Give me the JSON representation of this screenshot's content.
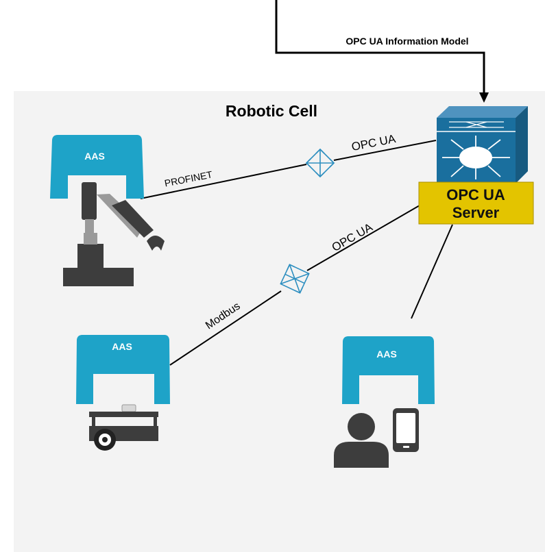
{
  "top_link": {
    "label": "OPC UA Information Model"
  },
  "cell": {
    "title": "Robotic Cell"
  },
  "server": {
    "label_line1": "OPC UA",
    "label_line2": "Server"
  },
  "devices": {
    "robot_arm": {
      "aas_label": "AAS",
      "link_label": "PROFINET",
      "gateway_label": "OPC UA"
    },
    "mobile_robot": {
      "aas_label": "AAS",
      "link_label": "Modbus",
      "gateway_label": "OPC UA"
    },
    "operator": {
      "aas_label": "AAS"
    }
  },
  "colors": {
    "aas_fill": "#1ea3c8",
    "server_label_fill": "#e3c400",
    "switch_fill": "#1a6f9e",
    "cell_background": "#f3f3f3",
    "device_dark": "#3d3d3d",
    "gateway_icon": "#2e8fc0"
  },
  "icons": [
    "network-switch-icon",
    "gateway-icon",
    "robot-arm-icon",
    "mobile-robot-icon",
    "person-icon",
    "smartphone-icon"
  ]
}
